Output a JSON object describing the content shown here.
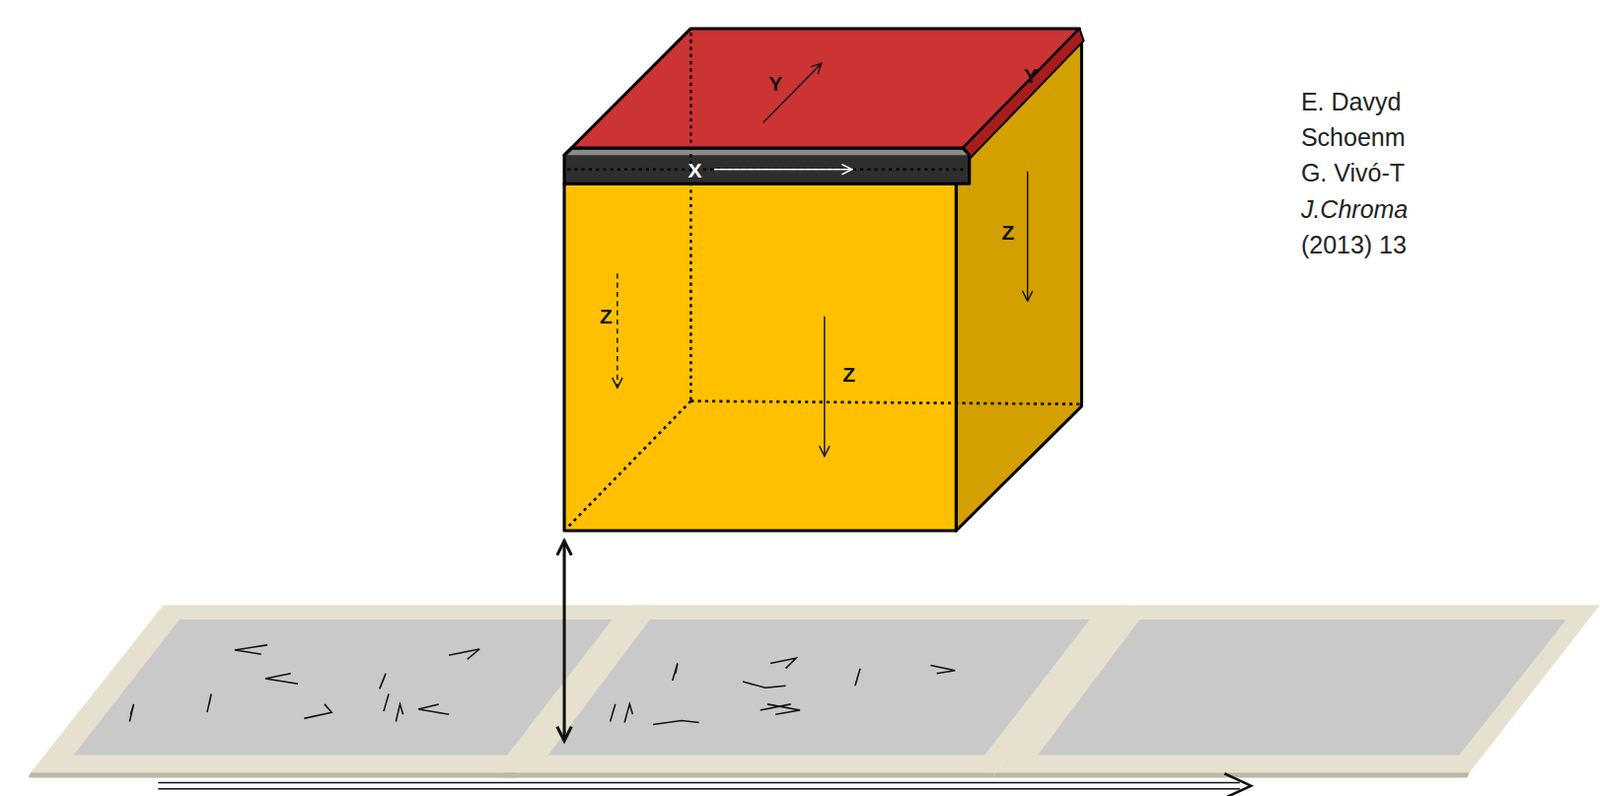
{
  "diagram": {
    "labels": [
      "Y",
      "Y",
      "X",
      "Z",
      "Z",
      "Z",
      "E. Davyd",
      "Schoenm",
      "G. Vivó-T",
      "J.Chroma",
      "(2013) 13"
    ]
  }
}
